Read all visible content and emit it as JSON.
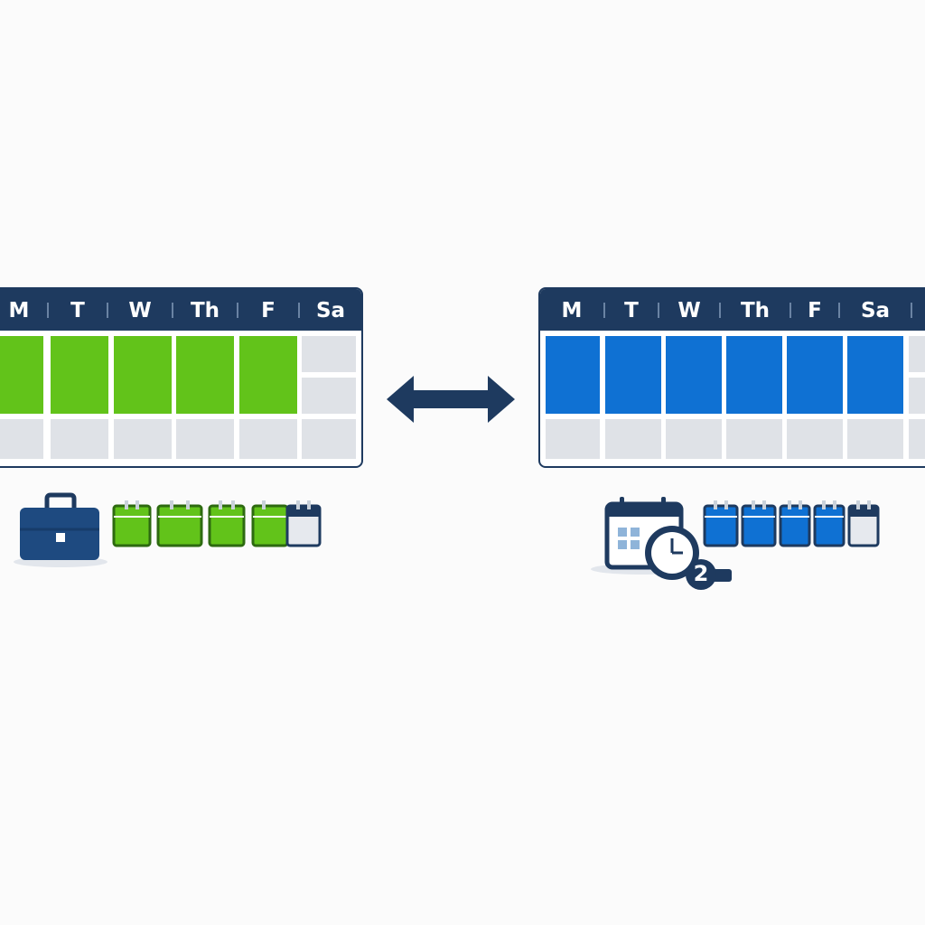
{
  "days": [
    "M",
    "T",
    "W",
    "Th",
    "F",
    "Sa"
  ],
  "left_schedule": {
    "fill_color": "#62c31a",
    "active_days": 5
  },
  "right_schedule": {
    "fill_color": "#0f71d3",
    "active_days": 6
  },
  "badge": {
    "number": "2"
  },
  "icons": {
    "left": [
      "briefcase-icon",
      "calendar-page-icon"
    ],
    "right": [
      "calendar-clock-icon",
      "calendar-page-icon"
    ],
    "center": "double-arrow-icon"
  },
  "colors": {
    "navy": "#1e3a5f",
    "empty_cell": "#dfe2e7",
    "background": "#fbfbfb"
  }
}
